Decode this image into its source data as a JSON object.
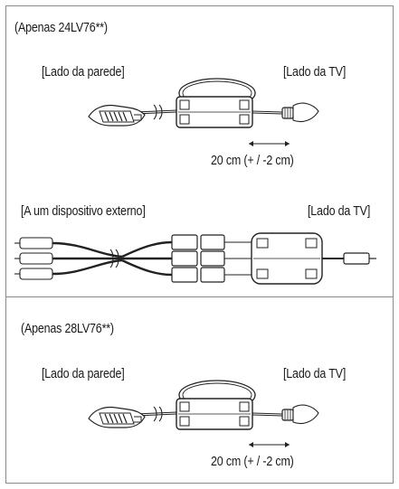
{
  "section1": {
    "title": "(Apenas 24LV76**)",
    "wall_label": "[Lado da parede]",
    "tv_label": "[Lado da TV]",
    "distance": "20 cm (+ / -2 cm)",
    "external_label": "[A um dispositivo externo]",
    "tv_label_2": "[Lado da TV]"
  },
  "section2": {
    "title": "(Apenas 28LV76**)",
    "wall_label": "[Lado da parede]",
    "tv_label": "[Lado da TV]",
    "distance": "20 cm (+ / -2 cm)"
  }
}
